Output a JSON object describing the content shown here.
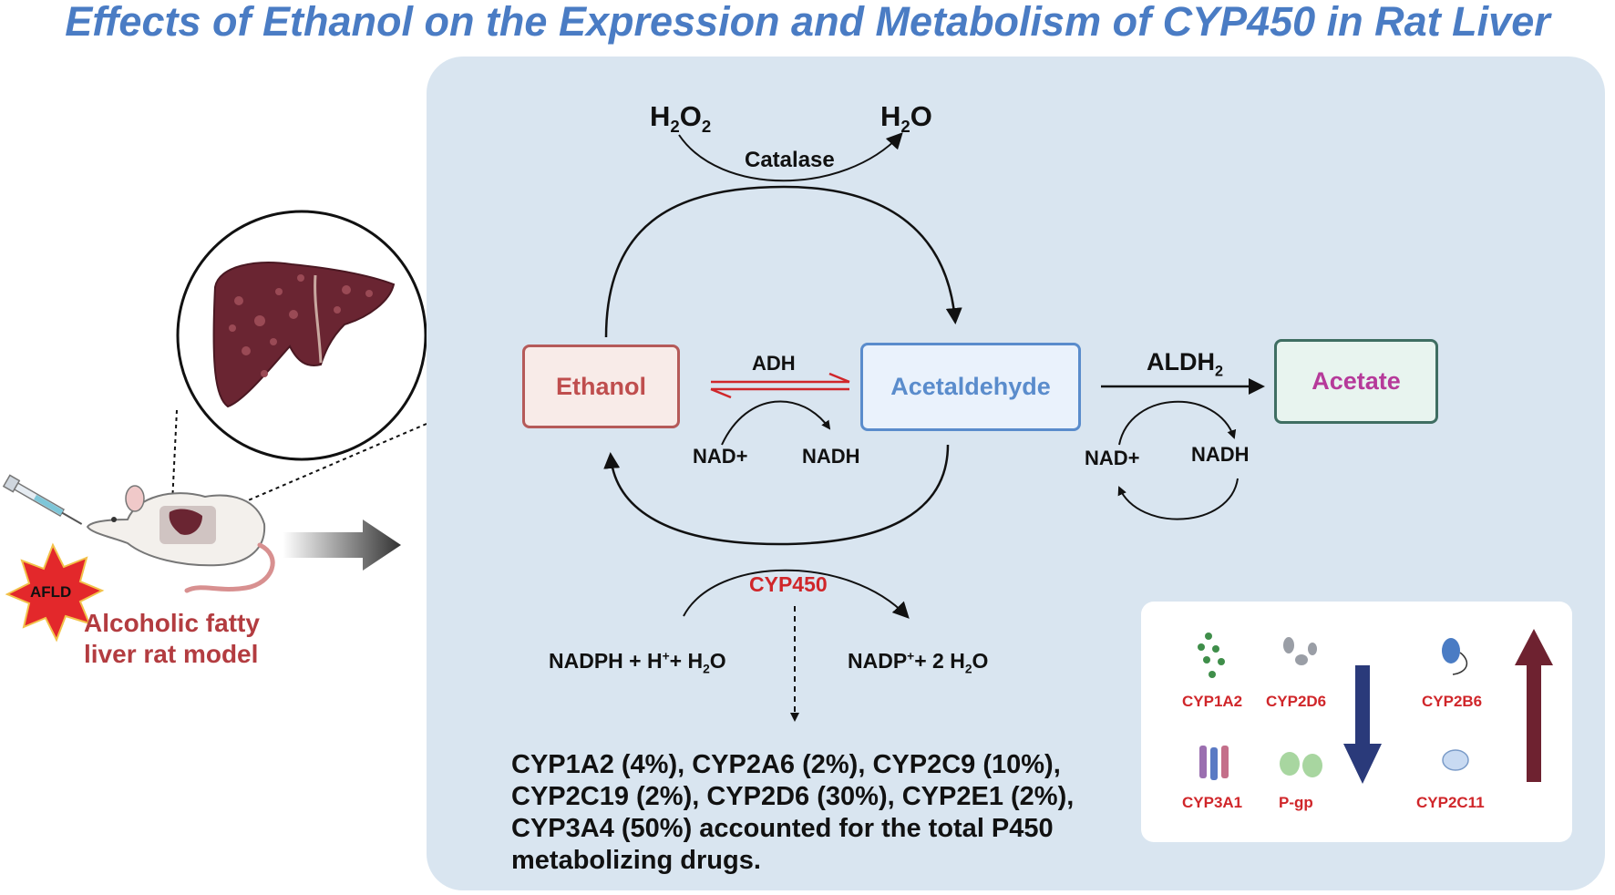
{
  "title": "Effects of Ethanol on the Expression and Metabolism of CYP450 in Rat Liver",
  "model": {
    "badge": "AFLD",
    "caption_line1": "Alcoholic fatty",
    "caption_line2": "liver rat model"
  },
  "nodes": {
    "ethanol": "Ethanol",
    "acetaldehyde": "Acetaldehyde",
    "acetate": "Acetate"
  },
  "catalase_path": {
    "h2o2_base": "H",
    "h2o2_sub": "2",
    "h2o2_mid": "O",
    "h2o2_sub2": "2",
    "h2o_base": "H",
    "h2o_sub": "2",
    "h2o_end": "O",
    "enzyme": "Catalase"
  },
  "adh_path": {
    "enzyme": "ADH",
    "cofactor_in": "NAD+",
    "cofactor_out": "NADH"
  },
  "aldh_path": {
    "enzyme_base": "ALDH",
    "enzyme_sub": "2",
    "cofactor_in": "NAD+",
    "cofactor_out": "NADH"
  },
  "cyp_path": {
    "enzyme": "CYP450",
    "left_a": "NADPH + H",
    "left_sup": "+",
    "left_b": "+ H",
    "left_sub": "2",
    "left_c": "O",
    "right_a": "NADP",
    "right_sup": "+",
    "right_b": "+ 2 H",
    "right_sub": "2",
    "right_c": "O"
  },
  "total_text": "CYP1A2 (4%), CYP2A6 (2%), CYP2C9 (10%), CYP2C19 (2%), CYP2D6 (30%), CYP2E1 (2%), CYP3A4 (50%) accounted for the total P450 metabolizing drugs.",
  "inset": {
    "down": [
      "CYP1A2",
      "CYP2D6",
      "CYP3A1",
      "P-gp"
    ],
    "up": [
      "CYP2B6",
      "CYP2C11"
    ]
  },
  "colors": {
    "title": "#4a7cc4",
    "panel": "#d9e5f0",
    "enzyme_red": "#d0262a",
    "down_arrow": "#2a3a7a",
    "up_arrow": "#6e2230"
  }
}
